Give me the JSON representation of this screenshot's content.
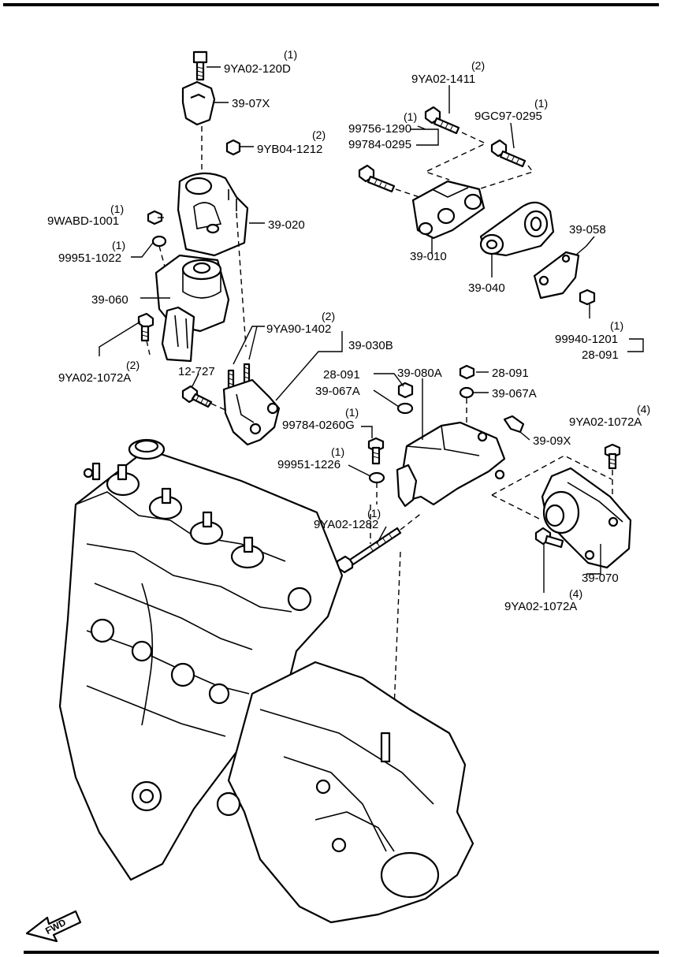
{
  "diagram": {
    "fwd_label": "FWD",
    "callouts": {
      "p_9ya02_120d": {
        "code": "9YA02-120D",
        "qty": "(1)"
      },
      "p_39_07x": {
        "code": "39-07X"
      },
      "p_9yb04_1212": {
        "code": "9YB04-1212",
        "qty": "(2)"
      },
      "p_9wabd_1001": {
        "code": "9WABD-1001",
        "qty": "(1)"
      },
      "p_39_020": {
        "code": "39-020"
      },
      "p_99951_1022": {
        "code": "99951-1022",
        "qty": "(1)"
      },
      "p_39_060": {
        "code": "39-060"
      },
      "p_9ya02_1072a_left": {
        "code": "9YA02-1072A",
        "qty": "(2)"
      },
      "p_9ya90_1402": {
        "code": "9YA90-1402",
        "qty": "(2)"
      },
      "p_39_030b": {
        "code": "39-030B"
      },
      "p_12_727": {
        "code": "12-727"
      },
      "p_9ya02_1411": {
        "code": "9YA02-1411",
        "qty": "(2)"
      },
      "p_99756_1290": {
        "code": "99756-1290",
        "qty": "(1)"
      },
      "p_99784_0295": {
        "code": "99784-0295"
      },
      "p_9gc97_0295": {
        "code": "9GC97-0295",
        "qty": "(1)"
      },
      "p_39_010": {
        "code": "39-010"
      },
      "p_39_058": {
        "code": "39-058"
      },
      "p_39_040": {
        "code": "39-040"
      },
      "p_99940_1201": {
        "code": "99940-1201",
        "qty": "(1)"
      },
      "p_28_091_lower": {
        "code": "28-091"
      },
      "p_28_091_left": {
        "code": "28-091"
      },
      "p_39_067a_left": {
        "code": "39-067A"
      },
      "p_39_080a": {
        "code": "39-080A"
      },
      "p_28_091_right": {
        "code": "28-091"
      },
      "p_39_067a_right": {
        "code": "39-067A"
      },
      "p_99784_0260g": {
        "code": "99784-0260G",
        "qty": "(1)"
      },
      "p_99951_1226": {
        "code": "99951-1226",
        "qty": "(1)"
      },
      "p_39_09x": {
        "code": "39-09X"
      },
      "p_9ya02_1072a_top_right": {
        "code": "9YA02-1072A",
        "qty": "(4)"
      },
      "p_9ya02_1282": {
        "code": "9YA02-1282",
        "qty": "(1)"
      },
      "p_39_070": {
        "code": "39-070"
      },
      "p_9ya02_1072a_bottom_right": {
        "code": "9YA02-1072A",
        "qty": "(4)"
      }
    }
  }
}
